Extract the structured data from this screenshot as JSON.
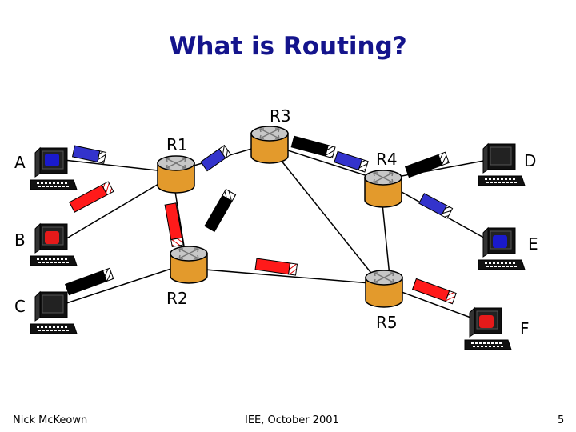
{
  "title": "What is Routing?",
  "hosts": {
    "A": "A",
    "B": "B",
    "C": "C",
    "D": "D",
    "E": "E",
    "F": "F"
  },
  "routers": {
    "R1": "R1",
    "R2": "R2",
    "R3": "R3",
    "R4": "R4",
    "R5": "R5"
  },
  "footer": {
    "author": "Nick McKeown",
    "venue": "IEE, October 2001",
    "page": "5"
  },
  "colors": {
    "title": "#14148c",
    "router": "#e6a032",
    "packet_blue": "#3333cc",
    "packet_red": "#ff1a1a",
    "packet_black": "#000000",
    "screen_blue": "#1a1acc",
    "screen_red": "#e61a1a"
  }
}
